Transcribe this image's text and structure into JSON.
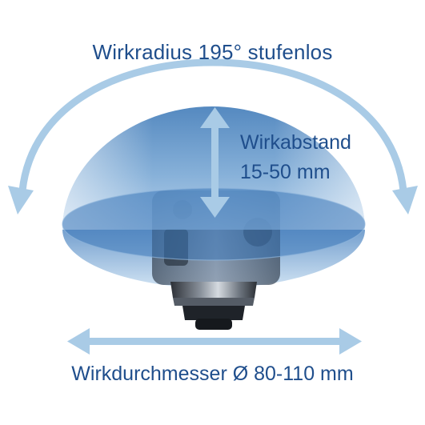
{
  "labels": {
    "radius": "Wirkradius 195° stufenlos",
    "distance_line1": "Wirkabstand",
    "distance_line2": "15-50 mm",
    "diameter": "Wirkdurchmesser Ø 80-110 mm"
  },
  "icons": {
    "radius_arrow": "curved-double-arrow",
    "distance_arrow": "vertical-double-arrow",
    "diameter_arrow": "horizontal-double-arrow"
  },
  "colors": {
    "text": "#1f4e8c",
    "arrow": "#a9cbe6",
    "dome_top": "#2d6fb3",
    "dome_bottom": "#cfe3f3",
    "sensor_body": "#5b6470",
    "sensor_dark": "#1c2026"
  }
}
